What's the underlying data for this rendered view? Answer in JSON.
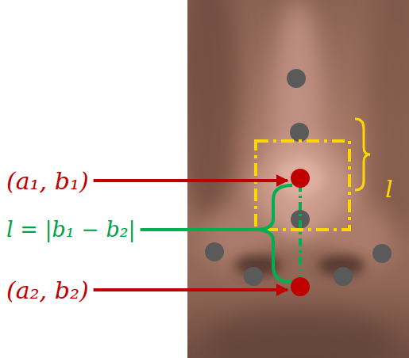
{
  "diagram": {
    "labels": [
      "(a₁, b₁)",
      "l = |b₁ − b₂|",
      "(a₂, b₂)",
      "l"
    ]
  }
}
